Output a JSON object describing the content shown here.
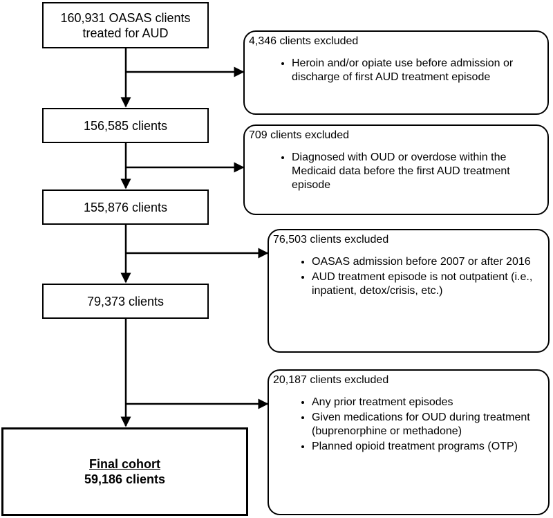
{
  "steps": [
    {
      "label": "160,931 OASAS clients treated for AUD"
    },
    {
      "label": "156,585 clients"
    },
    {
      "label": "155,876 clients"
    },
    {
      "label": "79,373 clients"
    }
  ],
  "final": {
    "title": "Final cohort",
    "count": "59,186 clients"
  },
  "exclusions": [
    {
      "header": "4,346 clients excluded",
      "items": [
        "Heroin and/or opiate use before admission or discharge of first AUD treatment episode"
      ]
    },
    {
      "header": "709 clients excluded",
      "items": [
        "Diagnosed with OUD or overdose within the Medicaid data before the first AUD treatment episode"
      ]
    },
    {
      "header": "76,503 clients excluded",
      "items": [
        "OASAS admission before 2007 or after 2016",
        "AUD treatment episode is not outpatient (i.e., inpatient, detox/crisis, etc.)"
      ]
    },
    {
      "header": "20,187 clients excluded",
      "items": [
        "Any prior treatment episodes",
        "Given medications for OUD during treatment (buprenorphine or methadone)",
        "Planned opioid treatment programs (OTP)"
      ]
    }
  ]
}
